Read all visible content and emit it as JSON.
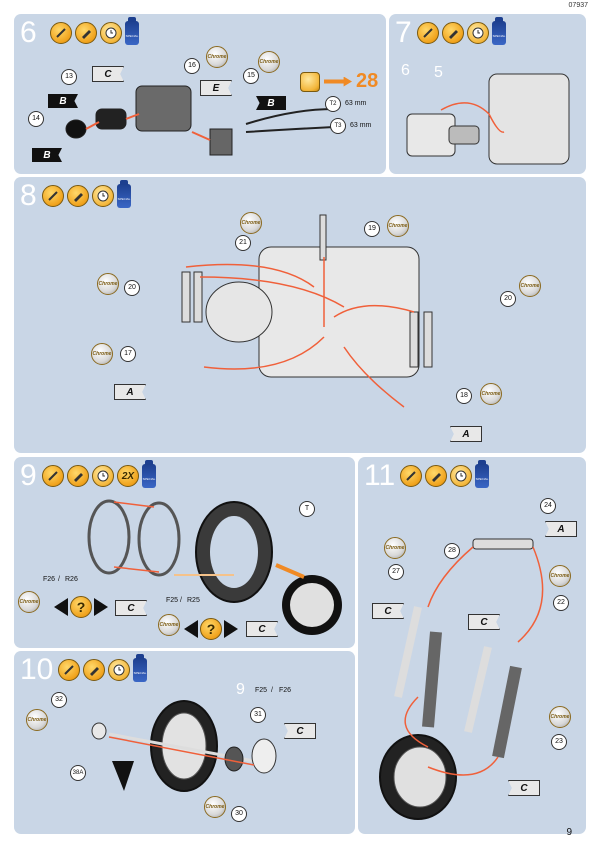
{
  "page": {
    "code": "07937",
    "number": "9"
  },
  "steps": [
    {
      "num": "6",
      "parts": [
        "16",
        "15",
        "13",
        "14",
        "T2",
        "T3"
      ],
      "flags": [
        "C",
        "B",
        "E",
        "B",
        "B"
      ],
      "dims": [
        "63 mm",
        "63 mm"
      ],
      "next_step": "28"
    },
    {
      "num": "7",
      "ghost_refs": [
        "6",
        "5"
      ]
    },
    {
      "num": "8",
      "parts": [
        "19",
        "21",
        "20",
        "17",
        "20",
        "18"
      ],
      "flags": [
        "A",
        "A"
      ]
    },
    {
      "num": "9",
      "multiplier": "2X",
      "parts": [
        "T",
        "F25",
        "R25"
      ],
      "pair_labels": [
        "F26",
        "R26"
      ],
      "flags": [
        "C",
        "C"
      ],
      "sep": "/"
    },
    {
      "num": "11",
      "parts": [
        "24",
        "28",
        "27",
        "22",
        "23"
      ],
      "flags": [
        "A",
        "C",
        "C",
        "C"
      ]
    },
    {
      "num": "10",
      "parts": [
        "32",
        "31",
        "38A",
        "30"
      ],
      "ghost_refs": [
        "9"
      ],
      "pair_labels": [
        "F25",
        "F26"
      ],
      "sep": "/",
      "flags": [
        "C"
      ]
    }
  ],
  "icon_labels": {
    "chrome": "Chrome"
  },
  "colors": {
    "panel": "#c9d6e6",
    "accent": "#f08a24",
    "arrow": "#f0603a"
  }
}
